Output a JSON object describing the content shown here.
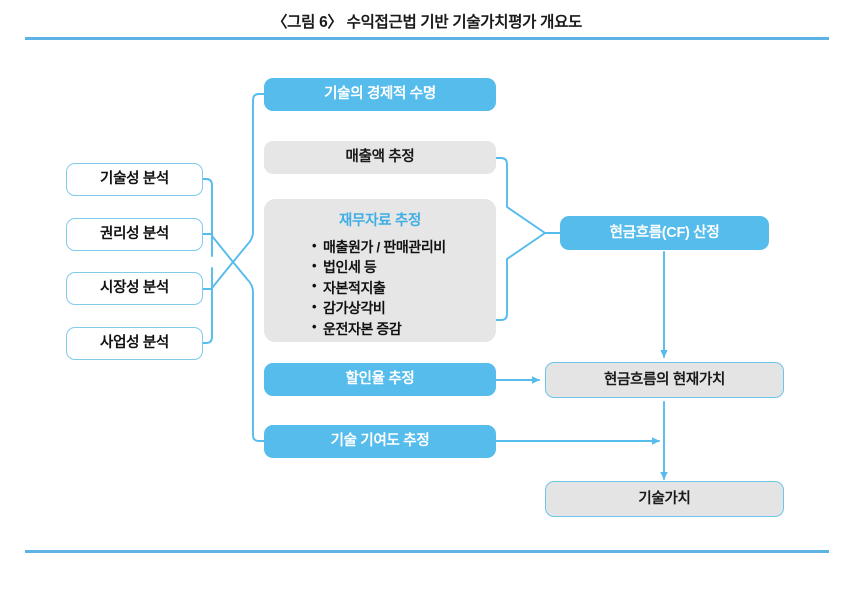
{
  "figure": {
    "title": "〈그림 6〉 수익접근법 기반 기술가치평가 개요도",
    "colors": {
      "accent_blue": "#55BCEC",
      "rule_blue": "#5CB3E4",
      "connector_blue": "#55BCEC",
      "gray_fill": "#E6E6E6",
      "white_fill": "#FFFFFF",
      "text_dark": "#111111",
      "text_light": "#FFFFFF",
      "panel_title_blue": "#3FAEE4"
    }
  },
  "analysis_inputs": [
    {
      "label": "기술성 분석"
    },
    {
      "label": "권리성 분석"
    },
    {
      "label": "시장성 분석"
    },
    {
      "label": "사업성 분석"
    }
  ],
  "estimation_nodes": {
    "economic_life": "기술의 경제적 수명",
    "revenue": "매출액 추정",
    "discount_rate": "할인율 추정",
    "tech_contribution": "기술 기여도 추정"
  },
  "financial_panel": {
    "title": "재무자료 추정",
    "items": [
      "매출원가 / 판매관리비",
      "법인세 등",
      "자본적지출",
      "감가상각비",
      "운전자본 증감"
    ]
  },
  "result_nodes": {
    "cash_flow": "현금흐름(CF) 산정",
    "present_value": "현금흐름의 현재가치",
    "tech_value": "기술가치"
  }
}
